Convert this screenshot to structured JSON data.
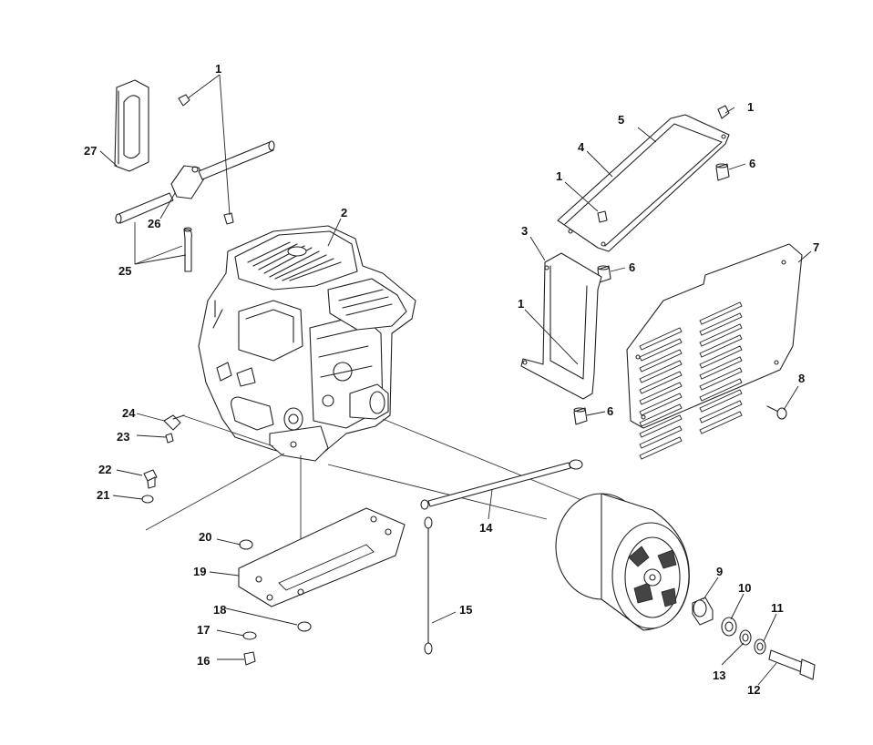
{
  "diagram": {
    "callouts": [
      {
        "id": "c1a",
        "text": "1"
      },
      {
        "id": "c1b",
        "text": "1"
      },
      {
        "id": "c1c",
        "text": "1"
      },
      {
        "id": "c1d",
        "text": "1"
      },
      {
        "id": "c2",
        "text": "2"
      },
      {
        "id": "c3",
        "text": "3"
      },
      {
        "id": "c4",
        "text": "4"
      },
      {
        "id": "c5",
        "text": "5"
      },
      {
        "id": "c6a",
        "text": "6"
      },
      {
        "id": "c6b",
        "text": "6"
      },
      {
        "id": "c6c",
        "text": "6"
      },
      {
        "id": "c7",
        "text": "7"
      },
      {
        "id": "c8",
        "text": "8"
      },
      {
        "id": "c9",
        "text": "9"
      },
      {
        "id": "c10",
        "text": "10"
      },
      {
        "id": "c11",
        "text": "11"
      },
      {
        "id": "c12",
        "text": "12"
      },
      {
        "id": "c13",
        "text": "13"
      },
      {
        "id": "c14",
        "text": "14"
      },
      {
        "id": "c15",
        "text": "15"
      },
      {
        "id": "c16",
        "text": "16"
      },
      {
        "id": "c17",
        "text": "17"
      },
      {
        "id": "c18",
        "text": "18"
      },
      {
        "id": "c19",
        "text": "19"
      },
      {
        "id": "c20",
        "text": "20"
      },
      {
        "id": "c21",
        "text": "21"
      },
      {
        "id": "c22",
        "text": "22"
      },
      {
        "id": "c23",
        "text": "23"
      },
      {
        "id": "c24",
        "text": "24"
      },
      {
        "id": "c25",
        "text": "25"
      },
      {
        "id": "c26",
        "text": "26"
      },
      {
        "id": "c27",
        "text": "27"
      }
    ]
  }
}
